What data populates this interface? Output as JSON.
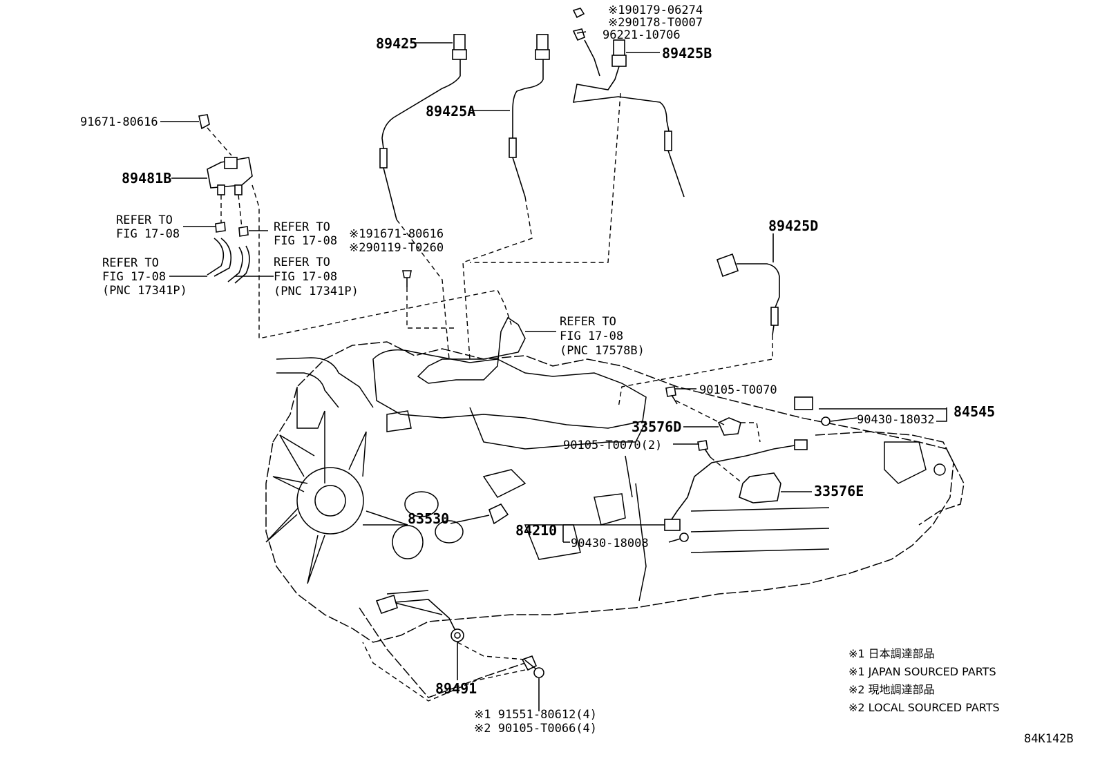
{
  "parts": {
    "p89425": "89425",
    "p89425a": "89425A",
    "p89425b": "89425B",
    "p89425d": "89425D",
    "p89481b": "89481B",
    "p91671_80616": "91671-80616",
    "p190179": "※190179-06274",
    "p290178": "※290178-T0007",
    "p96221": "96221-10706",
    "p191671": "※191671-80616",
    "p290119": "※290119-T0260",
    "p90105_t0070": "90105-T0070",
    "p84545": "84545",
    "p90430_18032": "90430-18032",
    "p33576d": "33576D",
    "p90105_t0070_2": "90105-T0070(2)",
    "p33576e": "33576E",
    "p83530": "83530",
    "p84210": "84210",
    "p90430_18008": "90430-18008",
    "p89491": "89491",
    "p191551": "※1 91551-80612(4)",
    "p290105": "※2 90105-T0066(4)"
  },
  "refs": {
    "r1_a": "REFER TO",
    "r1_b": "FIG 17-08",
    "r2_a": "REFER TO",
    "r2_b": "FIG 17-08",
    "r3_a": "REFER TO",
    "r3_b": "FIG 17-08",
    "r3_c": "(PNC 17341P)",
    "r4_a": "REFER TO",
    "r4_b": "FIG 17-08",
    "r4_c": "(PNC 17341P)",
    "r5_a": "REFER TO",
    "r5_b": "FIG 17-08",
    "r5_c": "(PNC 17578B)"
  },
  "legend": {
    "l1": "※1 日本調達部品",
    "l2": "※1 JAPAN SOURCED PARTS",
    "l3": "※2 現地調達部品",
    "l4": "※2 LOCAL SOURCED PARTS"
  },
  "figure_code": "84K142B"
}
